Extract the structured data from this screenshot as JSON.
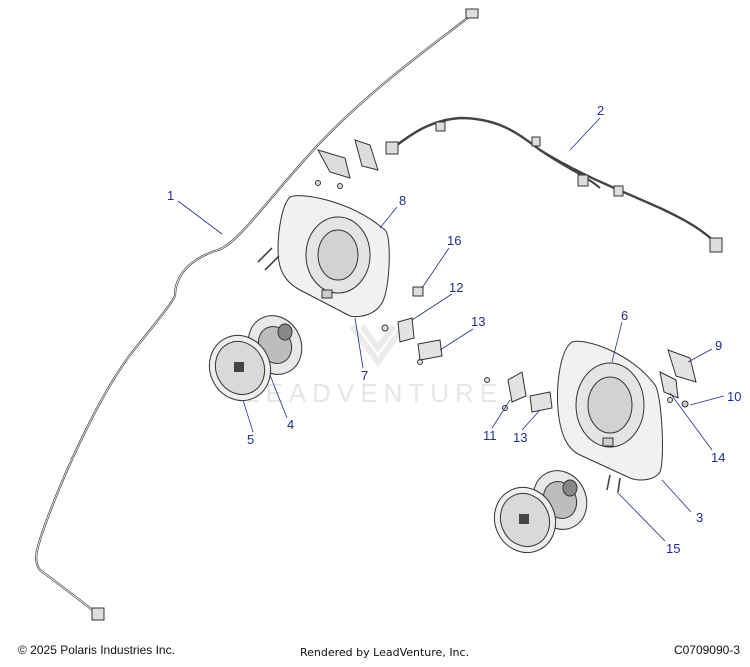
{
  "watermark_text": "LEADVENTURE",
  "callouts": {
    "c1": "1",
    "c2": "2",
    "c3": "3",
    "c4": "4",
    "c5": "5",
    "c6": "6",
    "c7": "7",
    "c8": "8",
    "c9": "9",
    "c10": "10",
    "c11": "11",
    "c12": "12",
    "c13a": "13",
    "c13b": "13",
    "c14": "14",
    "c15": "15",
    "c16": "16"
  },
  "footer": {
    "copyright": "© 2025 Polaris Industries Inc.",
    "rendered_by": "Rendered by LeadVenture, Inc.",
    "diagram_code": "C0709090-3"
  },
  "colors": {
    "callout": "#1f2f8f",
    "part_fill": "#f2f2f2",
    "part_stroke": "#333333"
  }
}
